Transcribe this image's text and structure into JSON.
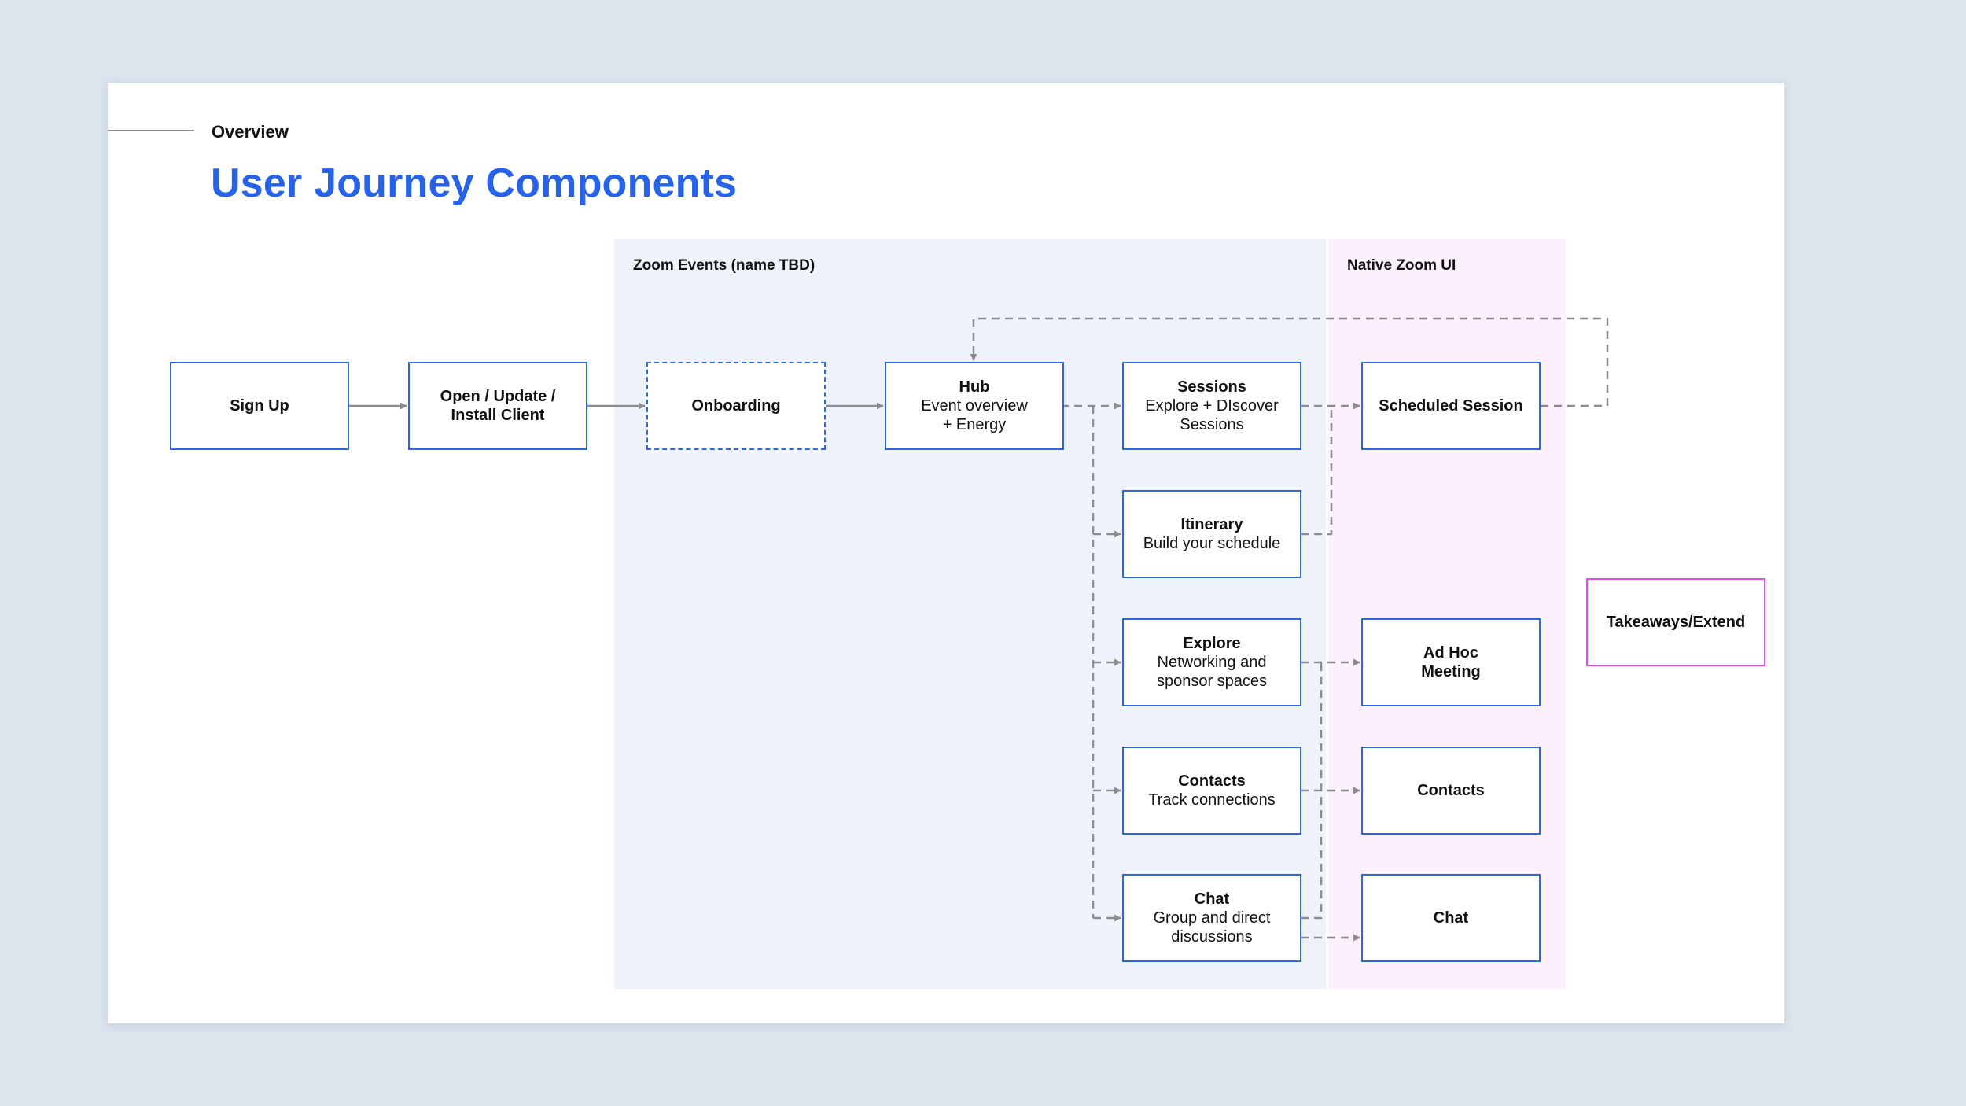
{
  "slide": {
    "eyebrow": "Overview",
    "title": "User Journey Components"
  },
  "regions": {
    "zoom_events": "Zoom Events (name TBD)",
    "native_zoom": "Native Zoom UI"
  },
  "nodes": {
    "sign_up": {
      "title": "Sign Up"
    },
    "open_update": {
      "title_line1": "Open / Update /",
      "title_line2": "Install Client"
    },
    "onboarding": {
      "title": "Onboarding"
    },
    "hub": {
      "title": "Hub",
      "sub_line1": "Event overview",
      "sub_line2": "+ Energy"
    },
    "sessions": {
      "title": "Sessions",
      "sub_line1": "Explore + DIscover",
      "sub_line2": "Sessions"
    },
    "itinerary": {
      "title": "Itinerary",
      "sub_line1": "Build your schedule"
    },
    "explore": {
      "title": "Explore",
      "sub_line1": "Networking and",
      "sub_line2": "sponsor spaces"
    },
    "contacts": {
      "title": "Contacts",
      "sub_line1": "Track connections"
    },
    "chat": {
      "title": "Chat",
      "sub_line1": "Group and direct",
      "sub_line2": "discussions"
    },
    "scheduled_session": {
      "title": "Scheduled Session"
    },
    "ad_hoc": {
      "title_line1": "Ad Hoc",
      "title_line2": "Meeting"
    },
    "native_contacts": {
      "title": "Contacts"
    },
    "native_chat": {
      "title": "Chat"
    },
    "takeaways": {
      "title": "Takeaways/Extend"
    }
  },
  "colors": {
    "accent_blue": "#2663e8",
    "node_border": "#2e66dc",
    "highlight_magenta": "#e44be8",
    "connector_gray": "#8c8c8c",
    "zoom_events_bg": "#eef3fb",
    "native_zoom_bg": "#fbf0fb"
  }
}
